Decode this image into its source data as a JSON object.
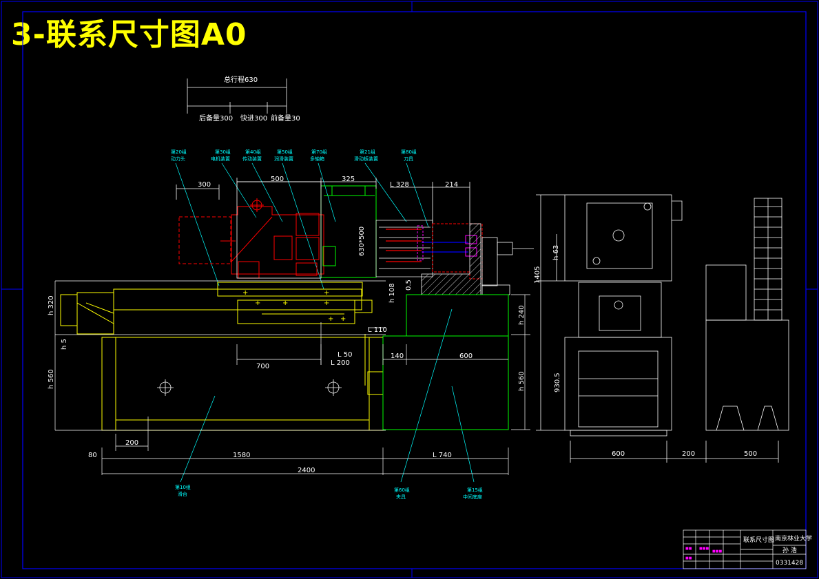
{
  "title": "3-联系尺寸图A0",
  "stroke_labels": {
    "total": "总行程630",
    "back": "后备量300",
    "fast": "快进300",
    "front": "前备量30"
  },
  "callouts": [
    "第20组",
    "动力头",
    "第30组",
    "电机装置",
    "第40组",
    "传动装置",
    "第50组",
    "润滑装置",
    "第70组",
    "多轴箱",
    "第21组",
    "滑动板装置",
    "第80组",
    "刀具",
    "第10组",
    "滑台",
    "第60组",
    "夹具",
    "第15组",
    "中间底座"
  ],
  "dimensions": {
    "d300": "300",
    "d500": "500",
    "d325": "325",
    "l328": "L 328",
    "d214": "214",
    "d630x500": "630*500",
    "h108": "h 108",
    "d0_5": "0.5",
    "h320": "h 320",
    "h5": "h 5",
    "h240": "h 240",
    "l110": "L 110",
    "l50": "L 50",
    "l200": "L 200",
    "d700": "700",
    "d140": "140",
    "d600a": "600",
    "h560a": "h 560",
    "h560b": "h 560",
    "d200": "200",
    "d80": "80",
    "d1580": "1580",
    "l740": "L 740",
    "d2400": "2400",
    "h63": "h 63",
    "d1405": "1405",
    "d930_5": "930.5",
    "d600b": "600",
    "d200b": "200",
    "d500b": "500"
  },
  "title_block": {
    "drawing_name": "联系尺寸图",
    "school": "南京林业大学",
    "name2": "孙 浩",
    "number": "0331428"
  },
  "colors": {
    "background": "#000000",
    "title": "#ffff00",
    "outline": "#ffffff",
    "machine": "#ffff00",
    "motor": "#ff0000",
    "spindle_box": "#00ff00",
    "callout": "#00ffff",
    "accent": "#ff00ff",
    "border": "#0000ff"
  }
}
